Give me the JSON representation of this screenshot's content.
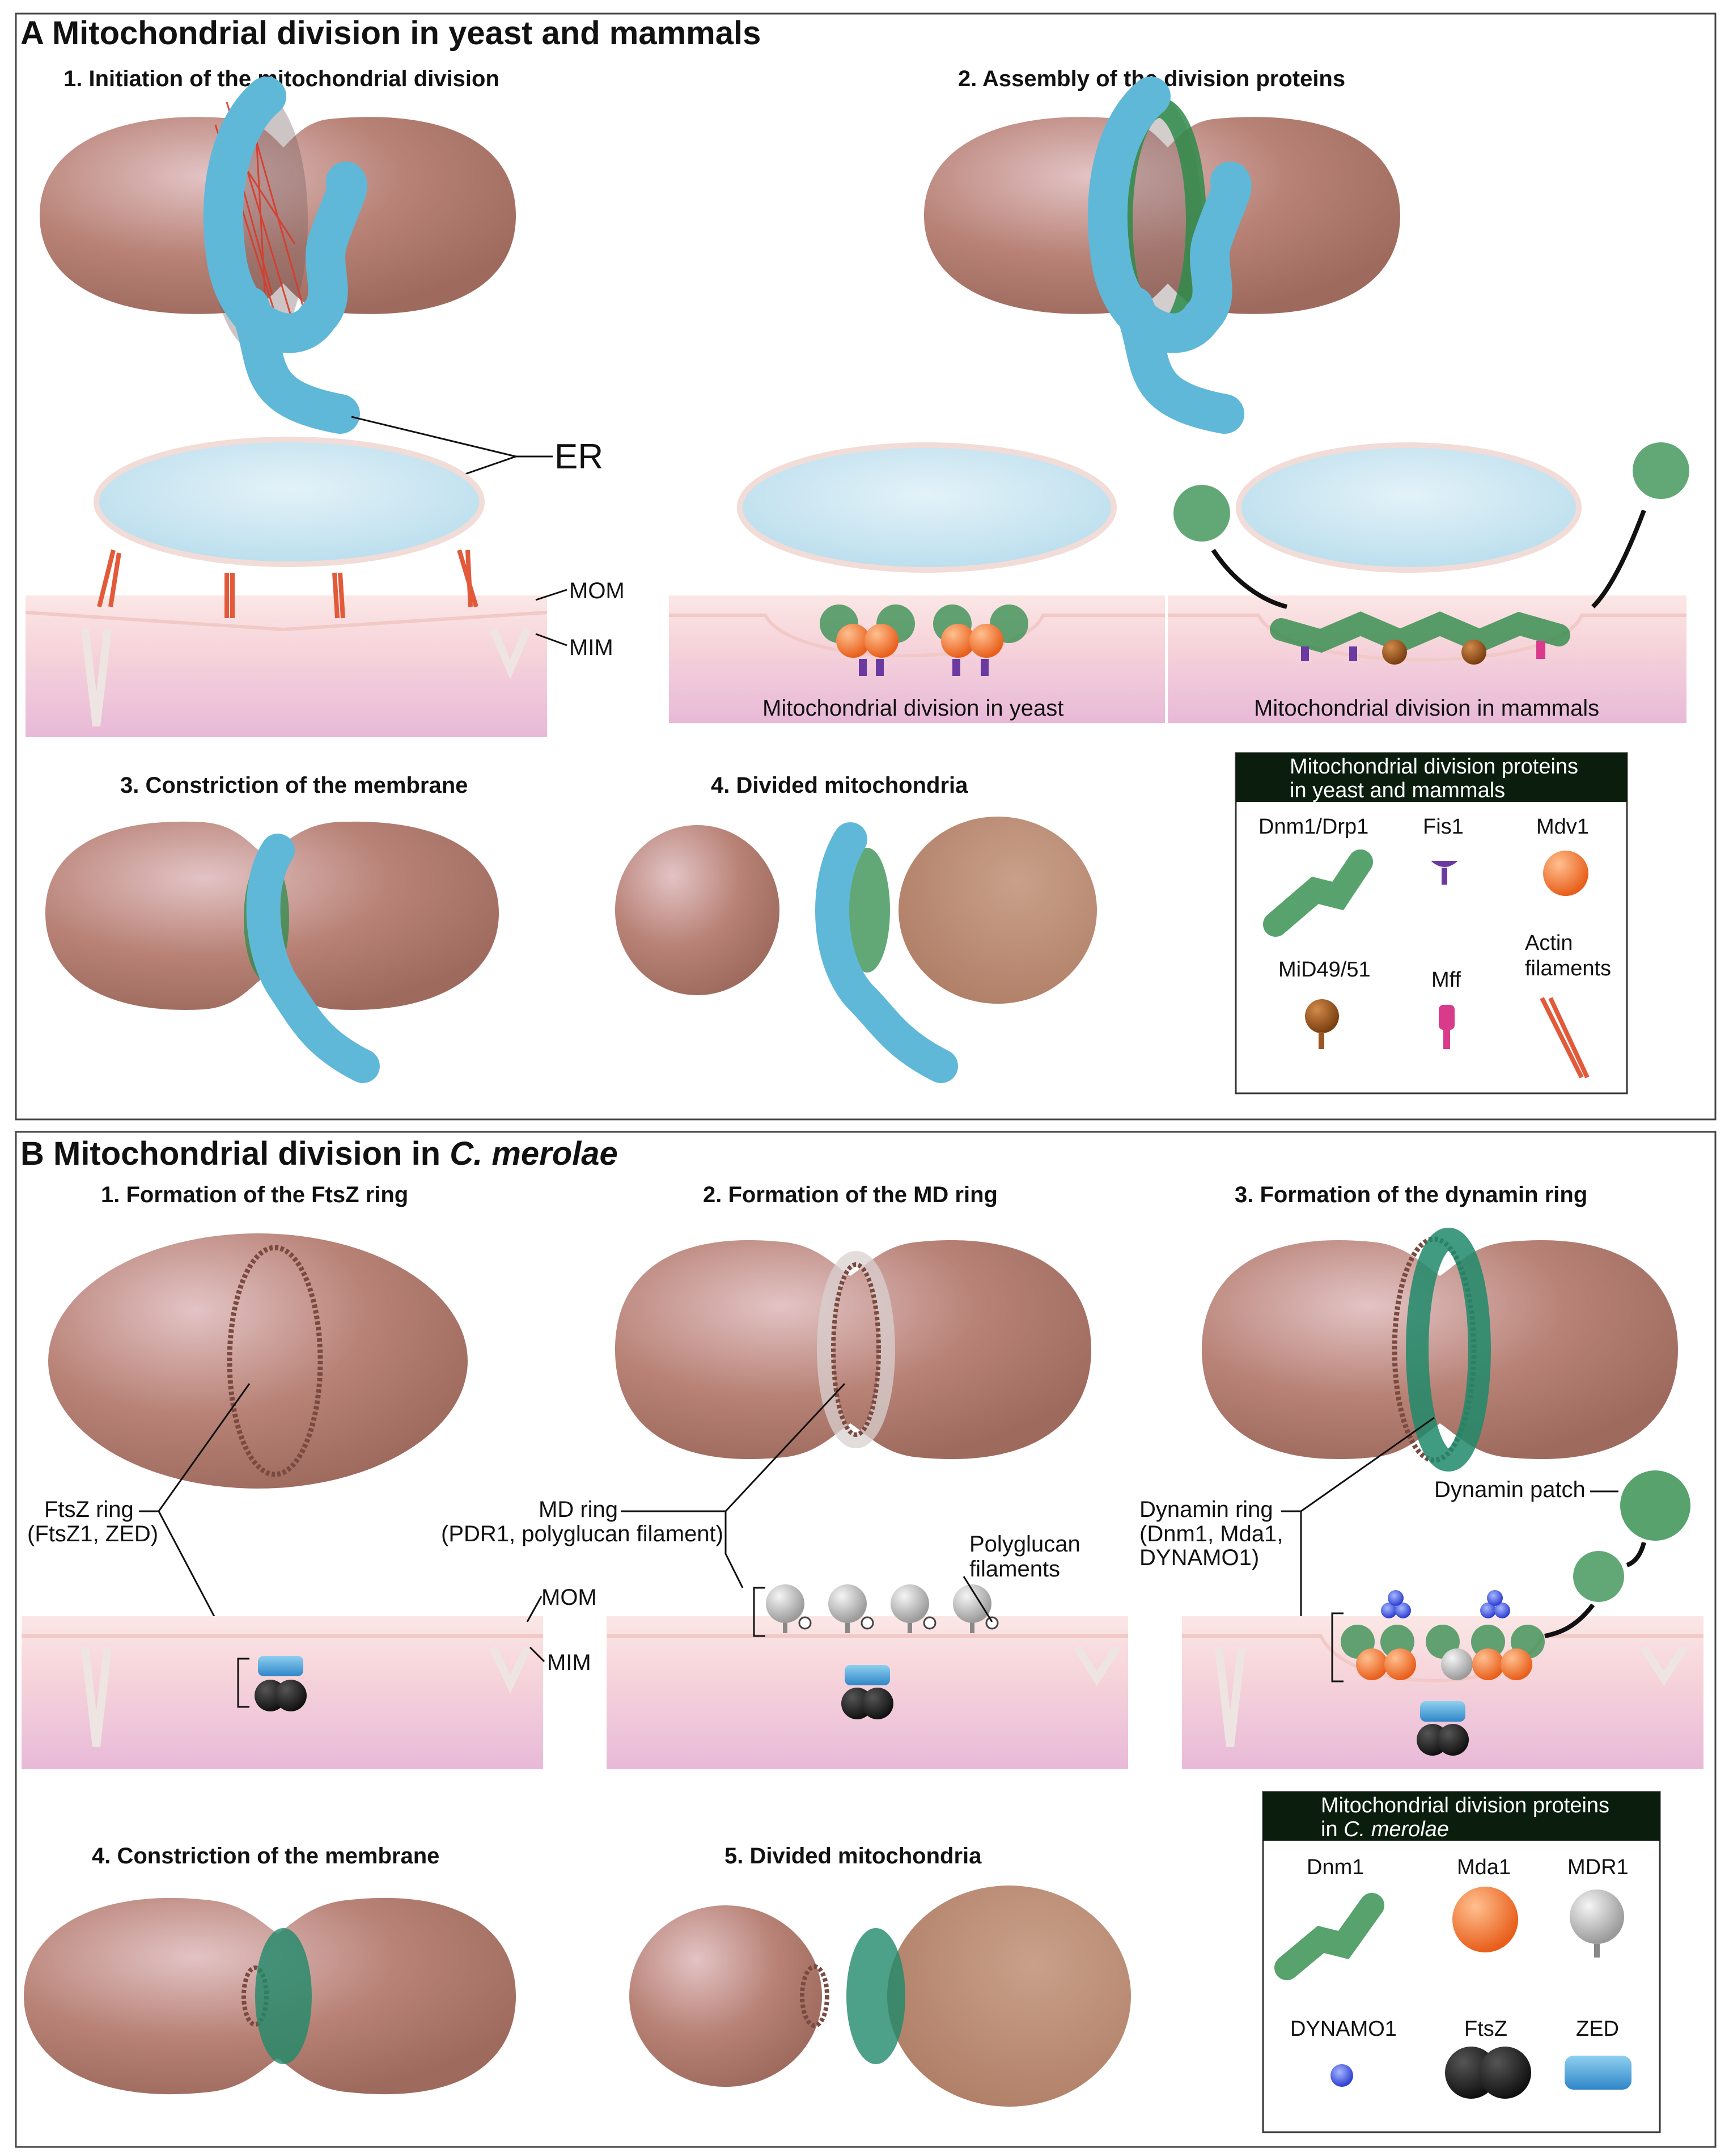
{
  "panelA": {
    "title": "A Mitochondrial division in yeast and mammals",
    "steps": [
      "1. Initiation of the mitochondrial division",
      "2. Assembly of the division proteins",
      "3. Constriction of the membrane",
      "4. Divided mitochondria"
    ],
    "labels": {
      "er": "ER",
      "mom": "MOM",
      "mim": "MIM",
      "yeast": "Mitochondrial division in yeast",
      "mammals": "Mitochondrial division in mammals"
    },
    "legend": {
      "header1": "Mitochondrial division proteins",
      "header2": "in yeast and mammals",
      "items": [
        "Dnm1/Drp1",
        "Fis1",
        "Mdv1",
        "MiD49/51",
        "Mff",
        "Actin",
        "filaments"
      ]
    }
  },
  "panelB": {
    "title_prefix": "B Mitochondrial division in ",
    "title_species": "C. merolae",
    "steps": [
      "1. Formation of the FtsZ ring",
      "2. Formation of the MD ring",
      "3. Formation of the dynamin ring",
      "4. Constriction of the membrane",
      "5. Divided mitochondria"
    ],
    "labels": {
      "ftsz_ring1": "FtsZ ring",
      "ftsz_ring2": "(FtsZ1, ZED)",
      "md_ring1": "MD ring",
      "md_ring2": "(PDR1, polyglucan filament)",
      "polyglucan1": "Polyglucan",
      "polyglucan2": "filaments",
      "dyn_ring1": "Dynamin ring",
      "dyn_ring2": "(Dnm1, Mda1,",
      "dyn_ring3": "DYNAMO1)",
      "dyn_patch": "Dynamin patch",
      "mom": "MOM",
      "mim": "MIM"
    },
    "legend": {
      "header1": "Mitochondrial division proteins",
      "header2_prefix": "in ",
      "header2_species": "C. merolae",
      "items": [
        "Dnm1",
        "Mda1",
        "MDR1",
        "DYNAMO1",
        "FtsZ",
        "ZED"
      ]
    }
  },
  "colors": {
    "mito": "#b77f74",
    "er": "#5fb8d8",
    "membrane": "#f6d0d8",
    "dynamin": "#2e8b4a",
    "mdv1": "#f0722a",
    "fis1": "#6a3aa0",
    "mff": "#d93a8a",
    "mid": "#9b5520",
    "actin": "#e25a3a"
  }
}
